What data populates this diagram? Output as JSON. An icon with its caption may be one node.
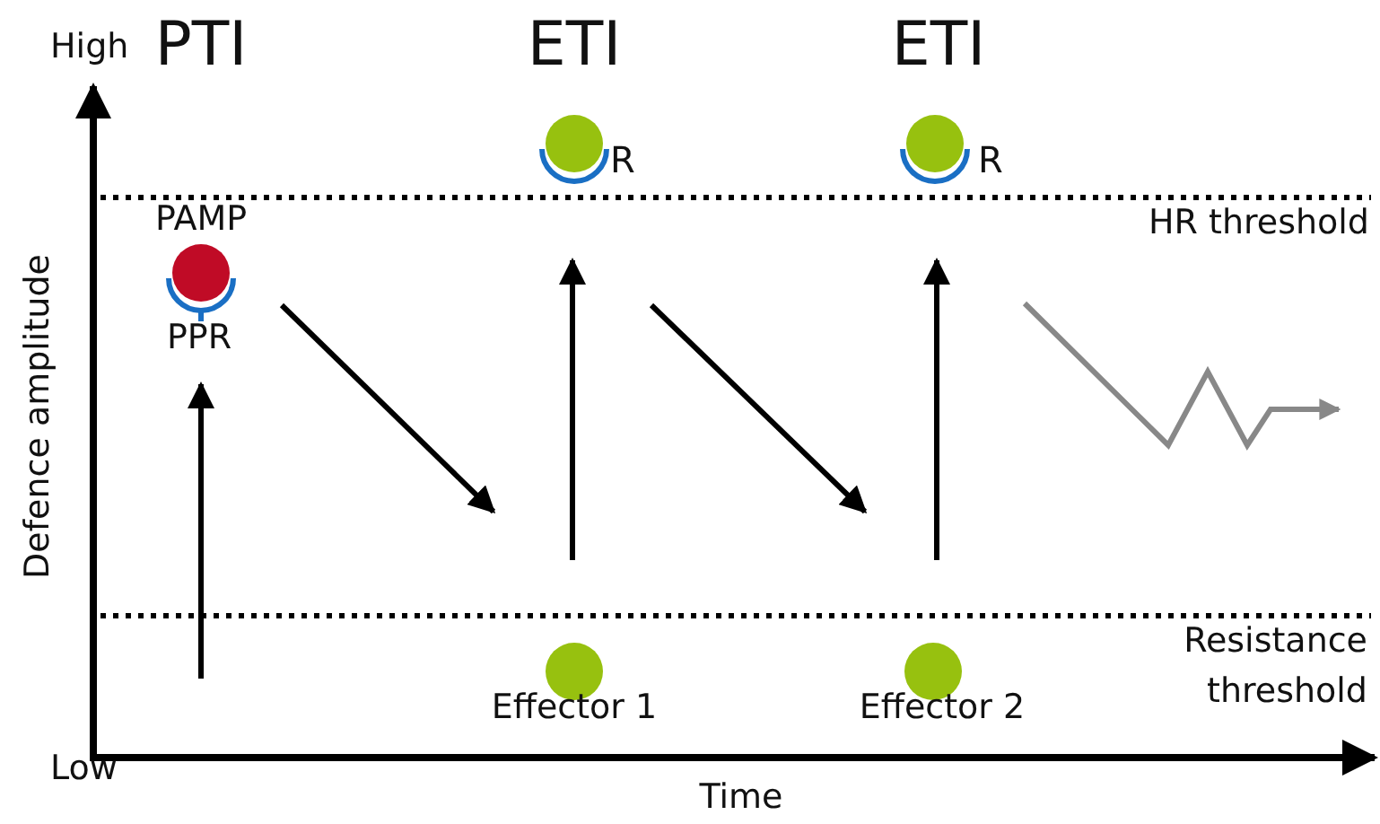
{
  "diagram": {
    "labels": [
      "High",
      "PTI",
      "ETI",
      "ETI",
      "R",
      "R",
      "PAMP",
      "HR threshold",
      "PPR",
      "Defence amplitude",
      "Resistance threshold",
      "Effector 1",
      "Effector 2",
      "Low",
      "Time"
    ]
  }
}
